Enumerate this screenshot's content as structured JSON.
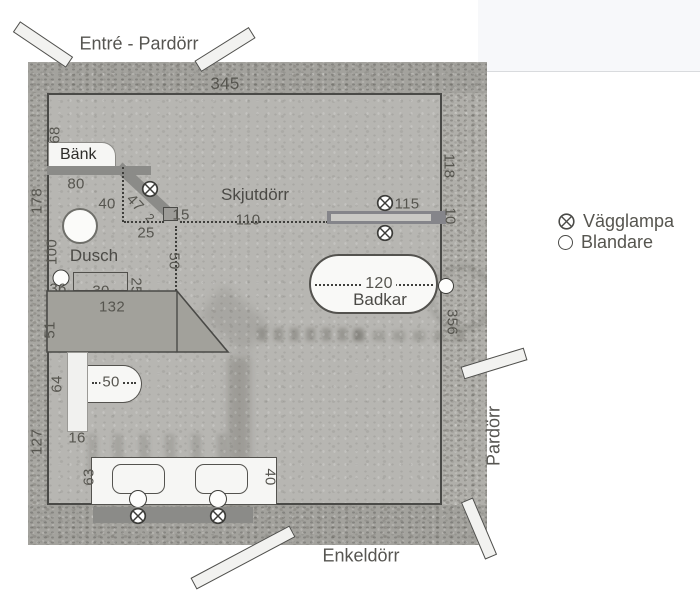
{
  "doors": {
    "entre": "Entré - Pardörr",
    "skjutdorr": "Skjutdörr",
    "pardorr": "Pardörr",
    "enkeldorr": "Enkeldörr"
  },
  "fixtures": {
    "bank": "Bänk",
    "dusch": "Dusch",
    "badkar": "Badkar"
  },
  "legend": {
    "items": [
      {
        "icon": "wall-lamp",
        "label": "Vägglampa"
      },
      {
        "icon": "mixer",
        "label": "Blandare"
      }
    ]
  },
  "dimensions": {
    "top_wall": "345",
    "bank_depth": "68",
    "bank_width": "80",
    "left_wall_upper": "178",
    "bank_offset": "40",
    "diagonal": "47",
    "diagonal_gap": "2",
    "jamb": "15",
    "corner_offset": "25",
    "slide_opening": "110",
    "lamp_height": "115",
    "right_wall_upper": "118",
    "slide_gap": "10",
    "dusch_width": "100",
    "drop": "50",
    "niche_offset": "36",
    "shelf_width": "30",
    "shelf_depth": "25",
    "inner_wall_width": "132",
    "inner_wall_height": "51",
    "badkar_width": "120",
    "right_wall_lower": "356",
    "wc_depth": "64",
    "wc_width": "50",
    "wc_gap": "16",
    "left_wall_lower": "127",
    "vanity_width": "63",
    "vanity_depth": "40"
  },
  "colors": {
    "photo_floor": "#b7b6b2",
    "wall_band": "#a3a29d",
    "vector_line": "#4a4a47",
    "bar_gray": "#8b8b88",
    "fixture_white": "#f6f6f4",
    "header_strip": "#f7f8fa"
  }
}
